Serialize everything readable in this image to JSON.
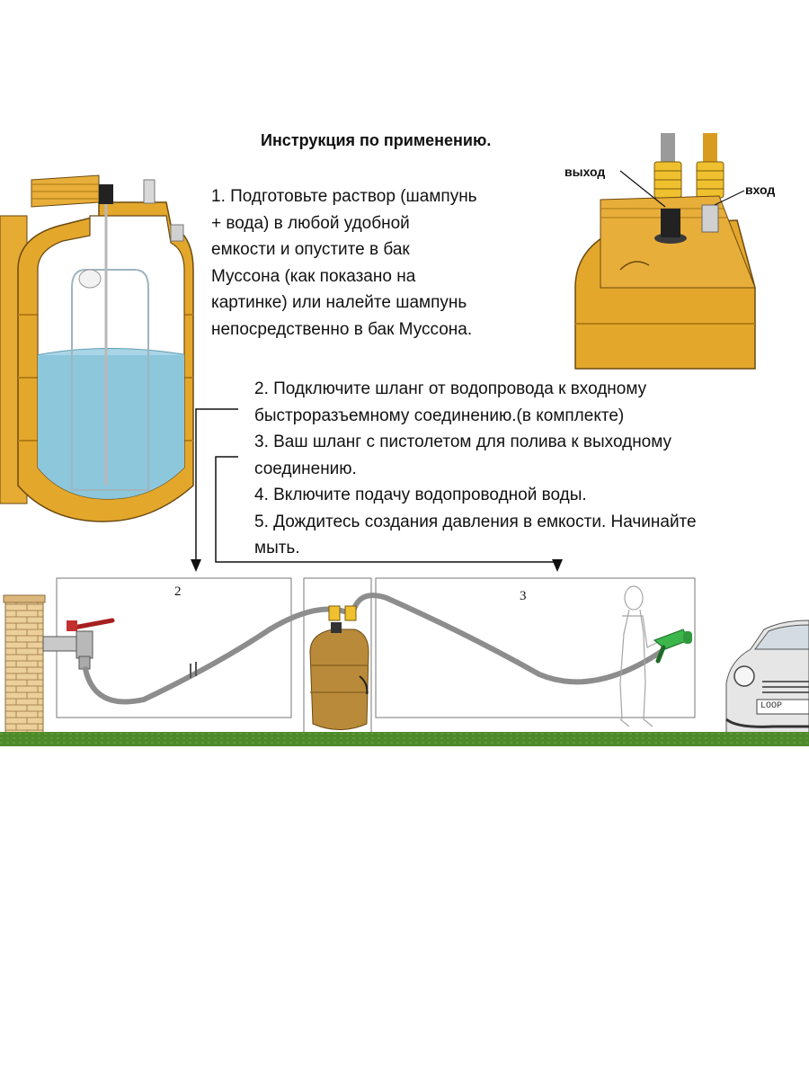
{
  "title": "Инструкция по применению.",
  "step1_lines": [
    "1. Подготовьте раствор (шампунь",
    "+ вода) в любой удобной",
    "емкости и опустите в бак",
    "Муссона (как показано на",
    "картинке) или налейте шампунь",
    "непосредственно в бак Муссона."
  ],
  "steps_lines": [
    "2. Подключите шланг от водопровода к входному",
    "быстроразъемному соединению.(в комплекте)",
    "3. Ваш шланг с пистолетом для полива к выходному",
    "соединению.",
    "4. Включите подачу водопроводной воды.",
    "5. Дождитесь создания давления в емкости. Начинайте",
    "мыть."
  ],
  "labels": {
    "outlet": "выход",
    "inlet": "вход"
  },
  "panels": {
    "left_number": "2",
    "right_number": "3"
  },
  "license_plate": "LOOP",
  "colors": {
    "tank": "#e3a72c",
    "tank_dark": "#b97d12",
    "water": "#8cc7dc",
    "hose": "#8d8d8d",
    "grass": "#4f8a2a",
    "brick": "#e9c98f",
    "nozzle": "#3cb54a"
  },
  "icons": [
    "tank-cutaway-icon",
    "tank-top-connectors-icon",
    "brick-wall-icon",
    "water-tap-icon",
    "small-tank-icon",
    "person-with-spray-gun-icon",
    "car-icon"
  ]
}
